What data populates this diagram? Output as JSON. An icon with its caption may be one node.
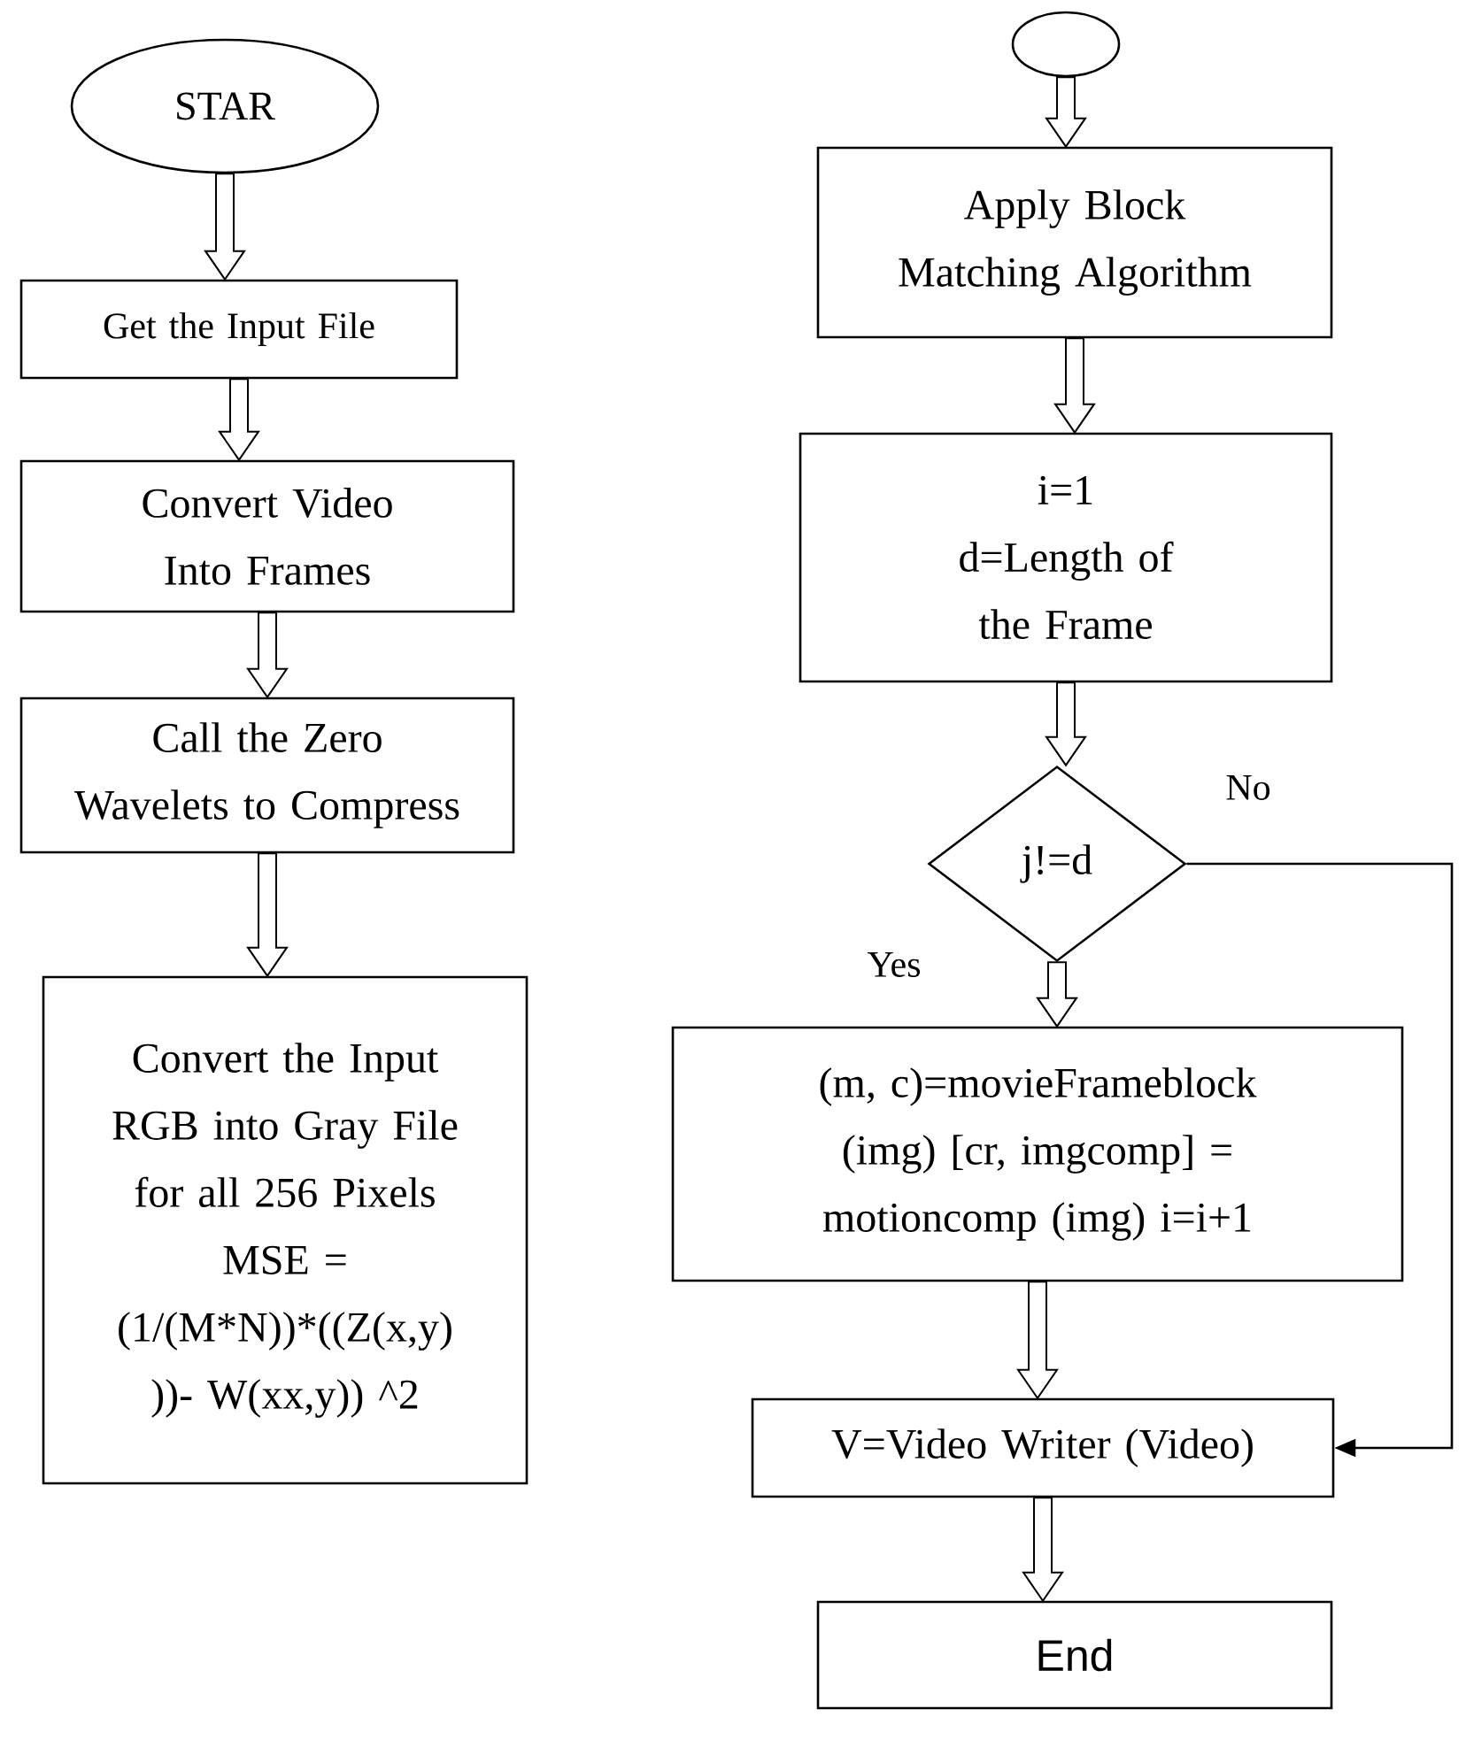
{
  "diagram": {
    "nodes": [
      {
        "text": [
          "STAR"
        ]
      },
      {
        "text": [
          "Get the Input File"
        ]
      },
      {
        "text": [
          "Convert Video Into Frames"
        ]
      },
      {
        "text": [
          "Call the Zero Wavelets to Compress"
        ]
      },
      {
        "text": [
          "Convert the Input RGB into Gray File for all 256 Pixels",
          "MSE = (1/(M*N))*((Z(x,y) ))- W(xx,y)) ^2"
        ]
      },
      {
        "text": [],
        "shape": "circle"
      },
      {
        "text": [
          "Apply Block Matching Algorithm"
        ]
      },
      {
        "text": [
          "i=1",
          "d=Length of the Frame"
        ]
      },
      {
        "text": [
          "j!=d"
        ]
      },
      {
        "text": [
          "(m, c)=movieFrameblock (img) [cr, imgcomp] = motioncomp (img) i=i+1"
        ]
      },
      {
        "text": [
          "V=Video Writer (Video)"
        ]
      },
      {
        "text": [
          "End"
        ]
      }
    ],
    "edges": [
      {
        "from": 0,
        "to": 1,
        "arrow": "to"
      },
      {
        "from": 1,
        "to": 2,
        "arrow": "to"
      },
      {
        "from": 2,
        "to": 3,
        "arrow": "to"
      },
      {
        "from": 3,
        "to": 4,
        "arrow": "to"
      },
      {
        "from": 5,
        "to": 6,
        "arrow": "to"
      },
      {
        "from": 6,
        "to": 7,
        "arrow": "to"
      },
      {
        "from": 7,
        "to": 8,
        "arrow": "to"
      },
      {
        "from": 8,
        "to": 9,
        "label": "Yes",
        "arrow": "to"
      },
      {
        "from": 9,
        "to": 10,
        "arrow": "to"
      },
      {
        "from": 10,
        "to": 11,
        "arrow": "to"
      },
      {
        "from": 8,
        "to": 10,
        "label": "No",
        "arrow": "to"
      }
    ]
  }
}
